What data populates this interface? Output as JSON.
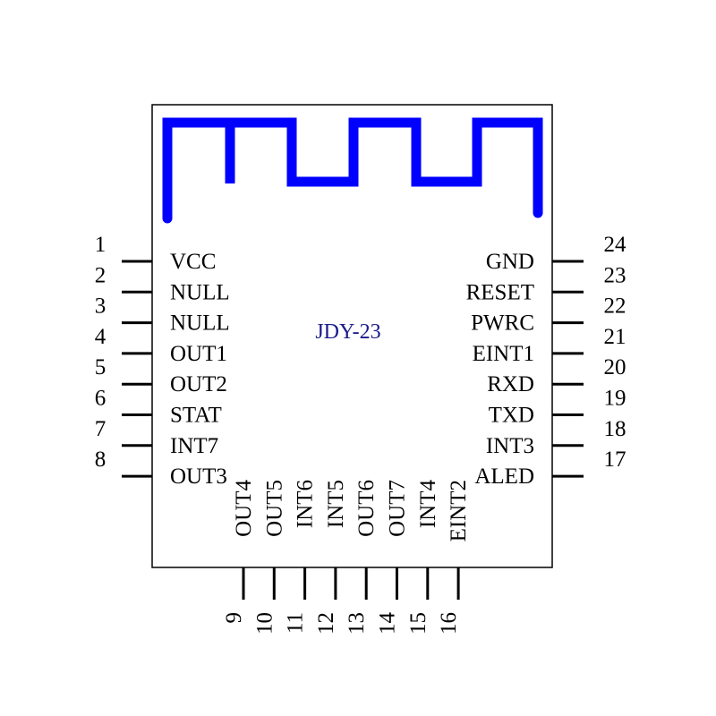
{
  "module": {
    "name": "JDY-23",
    "colors": {
      "antenna": "#0000ff",
      "title": "#1a1a8c",
      "outline": "#000000",
      "background": "#ffffff"
    }
  },
  "pins": {
    "left": [
      {
        "number": "1",
        "label": "VCC"
      },
      {
        "number": "2",
        "label": "NULL"
      },
      {
        "number": "3",
        "label": "NULL"
      },
      {
        "number": "4",
        "label": "OUT1"
      },
      {
        "number": "5",
        "label": "OUT2"
      },
      {
        "number": "6",
        "label": "STAT"
      },
      {
        "number": "7",
        "label": "INT7"
      },
      {
        "number": "8",
        "label": "OUT3"
      }
    ],
    "bottom": [
      {
        "number": "9",
        "label": "OUT4"
      },
      {
        "number": "10",
        "label": "OUT5"
      },
      {
        "number": "11",
        "label": "INT6"
      },
      {
        "number": "12",
        "label": "INT5"
      },
      {
        "number": "13",
        "label": "OUT6"
      },
      {
        "number": "14",
        "label": "OUT7"
      },
      {
        "number": "15",
        "label": "INT4"
      },
      {
        "number": "16",
        "label": "EINT2"
      }
    ],
    "right": [
      {
        "number": "24",
        "label": "GND"
      },
      {
        "number": "23",
        "label": "RESET"
      },
      {
        "number": "22",
        "label": "PWRC"
      },
      {
        "number": "21",
        "label": "EINT1"
      },
      {
        "number": "20",
        "label": "RXD"
      },
      {
        "number": "19",
        "label": "TXD"
      },
      {
        "number": "18",
        "label": "INT3"
      },
      {
        "number": "17",
        "label": "ALED"
      }
    ]
  }
}
